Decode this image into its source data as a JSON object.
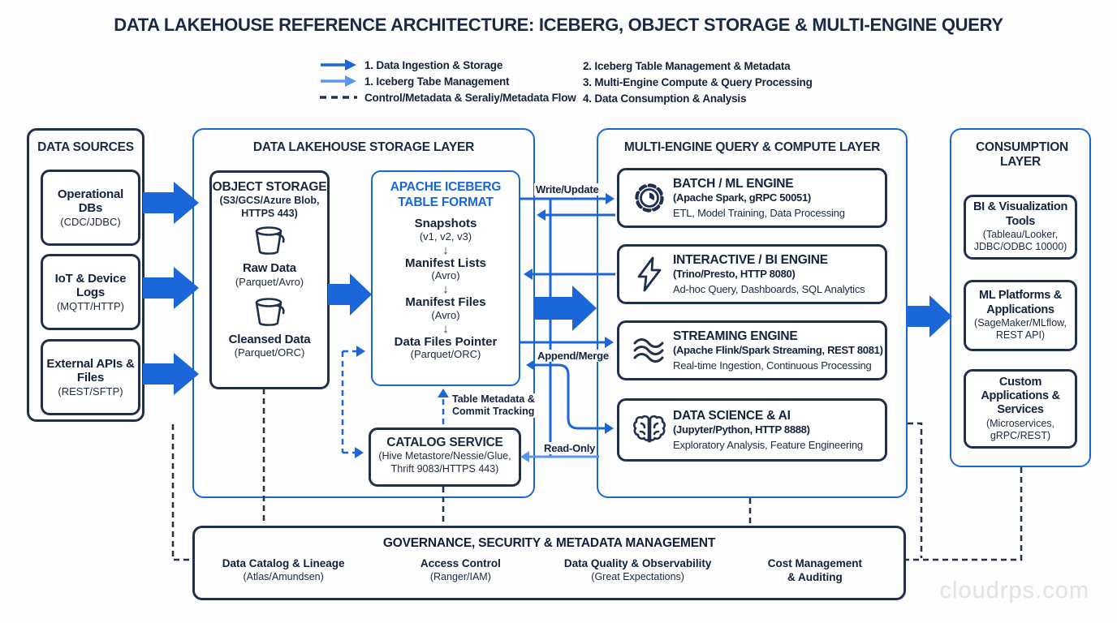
{
  "title": "DATA LAKEHOUSE REFERENCE ARCHITECTURE: ICEBERG, OBJECT STORAGE & MULTI-ENGINE QUERY",
  "legend": {
    "left": [
      {
        "marker": "solid-arrow",
        "color": "#1b66d9",
        "label": "1. Data Ingestion & Storage"
      },
      {
        "marker": "light-arrow",
        "color": "#5b95ef",
        "label": "1. Iceberg Tabe Management"
      },
      {
        "marker": "dashed-line",
        "color": "#20304c",
        "label": "Control/Metadata & Seraliy/Metadata Flow"
      }
    ],
    "right": [
      "2. Iceberg Table Management & Metadata",
      "3. Multi-Engine Compute & Query Processing",
      "4. Data Consumption & Analysis"
    ]
  },
  "data_sources": {
    "title": "DATA SOURCES",
    "items": [
      {
        "name": "Operational DBs",
        "detail": "(CDC/JDBC)"
      },
      {
        "name": "IoT & Device Logs",
        "detail": "(MQTT/HTTP)"
      },
      {
        "name": "External APIs & Files",
        "detail": "(REST/SFTP)"
      }
    ]
  },
  "storage": {
    "title": "DATA LAKEHOUSE STORAGE LAYER",
    "object_storage": {
      "title": "OBJECT STORAGE",
      "subtitle": "(S3/GCS/Azure Blob, HTTPS 443)",
      "items": [
        {
          "icon": "bucket-icon",
          "name": "Raw Data",
          "detail": "(Parquet/Avro)"
        },
        {
          "icon": "bucket-icon",
          "name": "Cleansed Data",
          "detail": "(Parquet/ORC)"
        }
      ]
    },
    "iceberg": {
      "title1": "APACHE ICEBERG",
      "title2": "TABLE FORMAT",
      "title_color": "#1766dd",
      "steps": [
        {
          "name": "Snapshots",
          "detail": "(v1, v2, v3)"
        },
        {
          "name": "Manifest Lists",
          "detail": "(Avro)"
        },
        {
          "name": "Manifest Files",
          "detail": "(Avro)"
        },
        {
          "name": "Data Files Pointer",
          "detail": "(Parquet/ORC)"
        }
      ]
    },
    "catalog": {
      "title": "CATALOG SERVICE",
      "subtitle": "(Hive Metastore/Nessie/Glue, Thrift 9083/HTTPS 443)"
    },
    "catalog_note": "Table Metadata & Commit Tracking"
  },
  "flows": {
    "write_update": "Write/Update",
    "append_merge": "Append/Merge",
    "read_only": "Read-Only"
  },
  "compute": {
    "title": "MULTI-ENGINE QUERY & COMPUTE LAYER",
    "engines": [
      {
        "icon": "gear-clock-icon",
        "title": "BATCH / ML ENGINE",
        "subtitle": "(Apache Spark, gRPC 50051)",
        "desc": "ETL, Model Training, Data Processing"
      },
      {
        "icon": "lightning-icon",
        "title": "INTERACTIVE / BI ENGINE",
        "subtitle": "(Trino/Presto, HTTP 8080)",
        "desc": "Ad-hoc Query, Dashboards, SQL Analytics"
      },
      {
        "icon": "waves-icon",
        "title": "STREAMING ENGINE",
        "subtitle": "(Apache Flink/Spark Streaming, REST 8081)",
        "desc": "Real-time Ingestion, Continuous Processing"
      },
      {
        "icon": "brain-icon",
        "title": "DATA SCIENCE & AI",
        "subtitle": "(Jupyter/Python, HTTP 8888)",
        "desc": "Exploratory Analysis, Feature Engineering"
      }
    ]
  },
  "consumption": {
    "title": "CONSUMPTION LAYER",
    "items": [
      {
        "name": "BI & Visualization Tools",
        "detail": "(Tableau/Looker, JDBC/ODBC 10000)"
      },
      {
        "name": "ML Platforms & Applications",
        "detail": "(SageMaker/MLflow, REST API)"
      },
      {
        "name": "Custom Applications & Services",
        "detail": "(Microservices, gRPC/REST)"
      }
    ]
  },
  "governance": {
    "title": "GOVERNANCE, SECURITY & METADATA MANAGEMENT",
    "items": [
      {
        "name": "Data Catalog & Lineage",
        "line2": "",
        "detail": "(Atlas/Amundsen)"
      },
      {
        "name": "Access Control",
        "line2": "",
        "detail": "(Ranger/IAM)"
      },
      {
        "name": "Data Quality & Observability",
        "line2": "",
        "detail": "(Great Expectations)"
      },
      {
        "name": "Cost Management",
        "line2": "& Auditing",
        "detail": ""
      }
    ]
  },
  "watermark": "cloudrps.com",
  "colors": {
    "primary_blue": "#1b66d9",
    "light_blue": "#5b95ef",
    "navy": "#20304c",
    "background": "#fdfdfd"
  }
}
